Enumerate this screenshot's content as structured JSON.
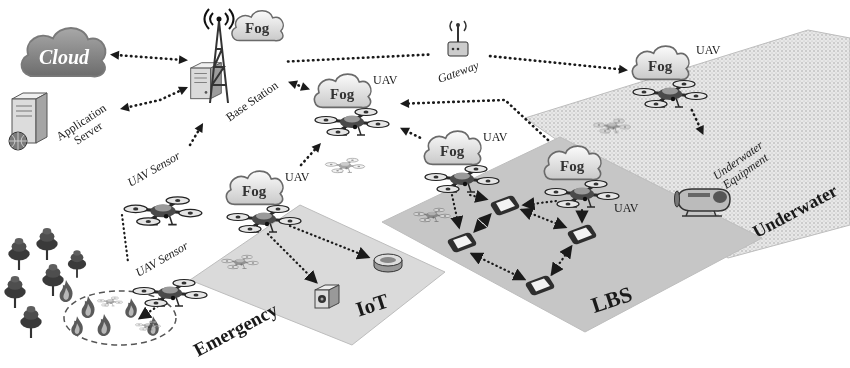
{
  "diagram": {
    "nodes": [
      {
        "text": [
          "Cloud"
        ]
      },
      {
        "text": [
          "Fog",
          "Base Station"
        ]
      },
      {
        "text": [
          "Application Server"
        ]
      },
      {
        "text": [
          "Gateway"
        ]
      },
      {
        "text": [
          "Fog",
          "UAV"
        ]
      },
      {
        "text": [
          "Underwater"
        ]
      },
      {
        "text": [
          "Fog",
          "UAV"
        ],
        "in": 5
      },
      {
        "text": [
          "Underwater Equipment"
        ],
        "in": 5
      },
      {
        "text": [
          "UAV Sensor"
        ]
      },
      {
        "text": [
          "UAV Sensor"
        ]
      },
      {
        "text": [
          "Fog",
          "UAV"
        ]
      },
      {
        "text": [
          "Fog",
          "UAV"
        ]
      },
      {
        "text": [
          "Fog",
          "UAV"
        ]
      },
      {
        "text": [
          "LBS"
        ]
      },
      {
        "text": [
          "IoT"
        ]
      }
    ],
    "edges": [
      {
        "from": 0,
        "to": 1,
        "arrow": "both"
      },
      {
        "from": 2,
        "to": 1,
        "arrow": "both"
      },
      {
        "from": 1,
        "to": 4,
        "arrow": "both"
      },
      {
        "from": 1,
        "to": 3,
        "arrow": "none"
      },
      {
        "from": 3,
        "to": 6,
        "arrow": "to"
      },
      {
        "from": 6,
        "to": 7,
        "arrow": "to"
      },
      {
        "from": 11,
        "to": 4,
        "arrow": "to"
      },
      {
        "from": 12,
        "to": 4,
        "arrow": "to"
      },
      {
        "from": 8,
        "to": 1,
        "arrow": "to"
      },
      {
        "from": 10,
        "to": 4,
        "arrow": "to"
      }
    ],
    "labels": [
      "Emergency"
    ]
  }
}
